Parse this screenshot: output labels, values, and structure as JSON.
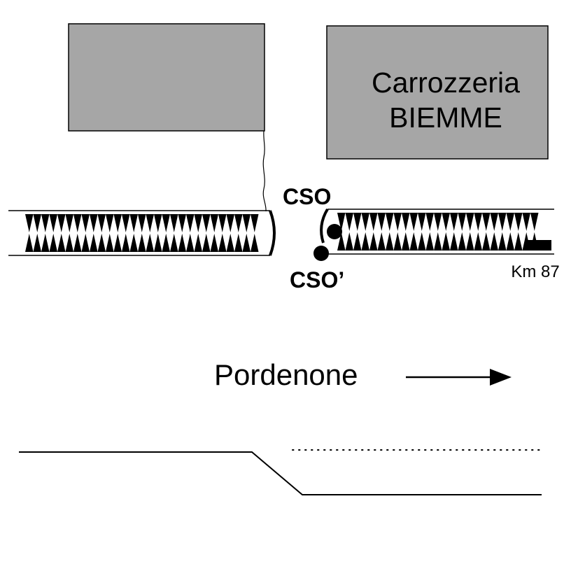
{
  "buildings": {
    "left": {},
    "right": {
      "name_line1": "Carrozzeria",
      "name_line2": "BIEMME"
    }
  },
  "markers": {
    "cso": "CSO",
    "cso_prime": "CSO’",
    "km_marker": "Km 87"
  },
  "direction": {
    "label": "Pordenone"
  },
  "colors": {
    "building_fill": "#a6a6a6",
    "ink": "#000000",
    "background": "#ffffff"
  }
}
